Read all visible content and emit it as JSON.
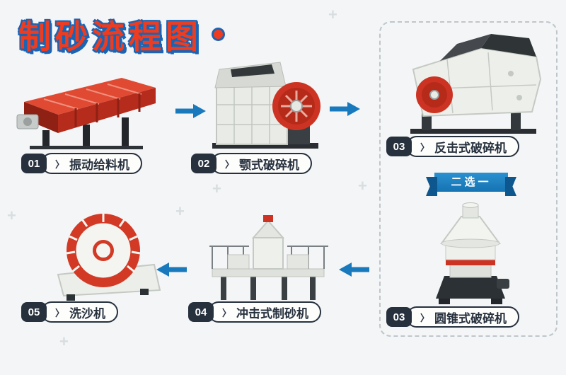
{
  "title": {
    "text": "制砂流程图"
  },
  "ribbon": {
    "text": "二选一"
  },
  "icons": {
    "chevron": "〉",
    "plus": "+"
  },
  "steps": [
    {
      "num": "01",
      "label": "振动给料机",
      "machine": "vibrating-feeder"
    },
    {
      "num": "02",
      "label": "颚式破碎机",
      "machine": "jaw-crusher"
    },
    {
      "num": "03",
      "label": "反击式破碎机",
      "machine": "impact-crusher"
    },
    {
      "num": "03",
      "label": "圆锥式破碎机",
      "machine": "cone-crusher"
    },
    {
      "num": "04",
      "label": "冲击式制砂机",
      "machine": "impact-sand-maker"
    },
    {
      "num": "05",
      "label": "洗沙机",
      "machine": "sand-washer"
    }
  ],
  "colors": {
    "background": "#f3f5f6",
    "title_red": "#f03c1e",
    "title_outline_blue": "#1b64b4",
    "arrow_blue": "#1879bd",
    "badge_dark": "#27313e",
    "machine_red": "#cd3322",
    "ribbon_blue": "#1573b2"
  }
}
